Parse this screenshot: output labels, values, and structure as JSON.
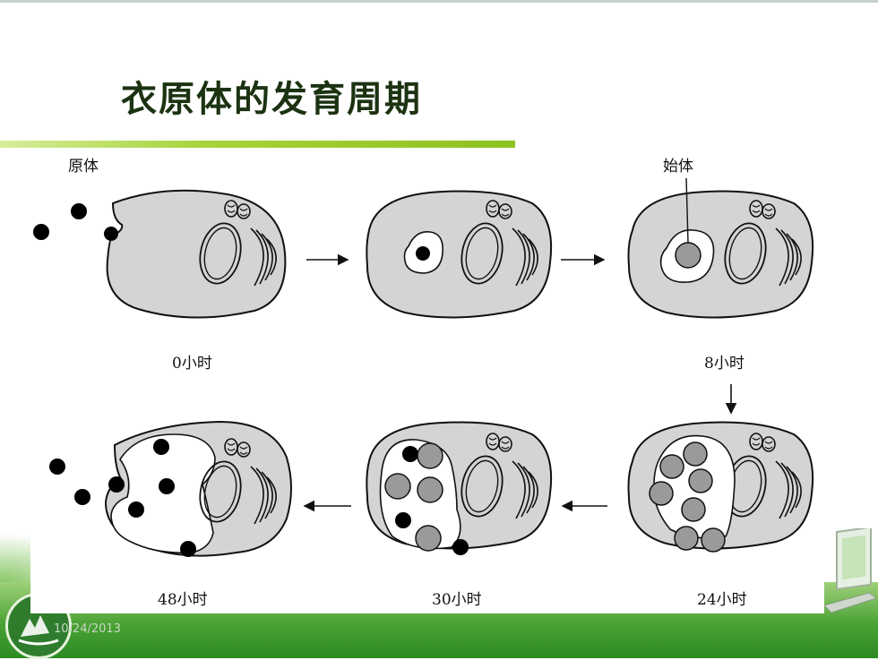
{
  "slide": {
    "title": "衣原体的发育周期",
    "date": "10/24/2013"
  },
  "diagram": {
    "labels": {
      "elementary_body": "原体",
      "reticulate_body": "始体"
    },
    "stages": [
      {
        "time": "0小时"
      },
      {
        "time": "8小时"
      },
      {
        "time": "24小时"
      },
      {
        "time": "30小时"
      },
      {
        "time": "48小时"
      }
    ]
  },
  "colors": {
    "title": "#1c3312",
    "accent_green": "#8dc21f",
    "cell_fill": "#d4d4d4",
    "vacuole_fill": "#ffffff",
    "reticulate_fill": "#9a9a9a",
    "elementary_fill": "#000000"
  }
}
